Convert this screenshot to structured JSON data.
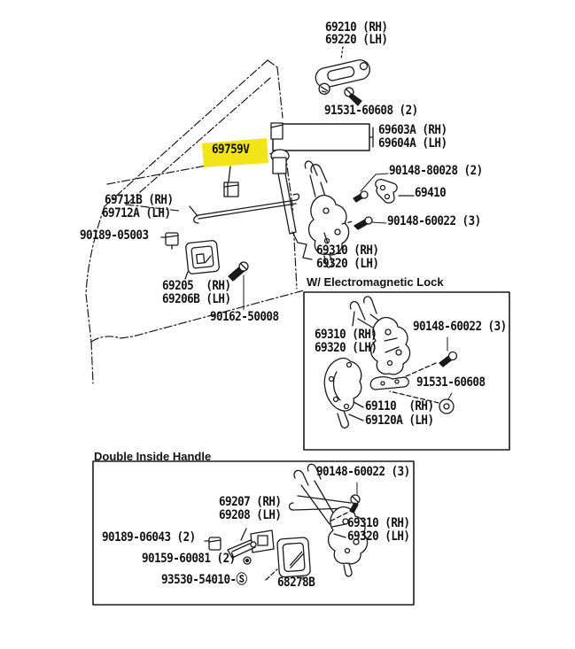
{
  "diagram": {
    "description": "Toyota front door lock and handle parts diagram",
    "highlight_color": "#f2e418",
    "line_color": "#1a1a1a",
    "labels": {
      "outside_handle_rh": "69210 (RH)",
      "outside_handle_lh": "69220 (LH)",
      "screw_outside_handle": "91531-60608 (2)",
      "door_frame_rh": "69603A (RH)",
      "door_frame_lh": "69604A (LH)",
      "screw_striker": "90148-80028 (2)",
      "striker": "69410",
      "screw_lock": "90148-60022 (3)",
      "lock_rh": "69310 (RH)",
      "lock_lh": "69320 (LH)",
      "knob_highlight": "69759V",
      "rod_rh": "69711B (RH)",
      "rod_lh": "69712A (LH)",
      "clip_rod": "90189-05003",
      "bezel_rh": "69205  (RH)",
      "bezel_lh": "69206B (LH)",
      "screw_bezel": "90162-50008"
    },
    "em_section": {
      "title": "W/ Electromagnetic Lock",
      "labels": {
        "lock_rh": "69310 (RH)",
        "lock_lh": "69320 (LH)",
        "screw_lock": "90148-60022 (3)",
        "screw_solenoid": "91531-60608",
        "solenoid_rh": "69110  (RH)",
        "solenoid_lh": "69120A (LH)"
      }
    },
    "dih_section": {
      "title": "Double Inside Handle",
      "labels": {
        "screw_lock": "90148-60022 (3)",
        "handle_rh": "69207 (RH)",
        "handle_lh": "69208 (LH)",
        "lock_rh": "69310 (RH)",
        "lock_lh": "69320 (LH)",
        "clip": "90189-06043 (2)",
        "screw_handle": "90159-60081 (2)",
        "snap": "93530-54010-Ⓢ",
        "bezel": "68278B"
      }
    }
  }
}
